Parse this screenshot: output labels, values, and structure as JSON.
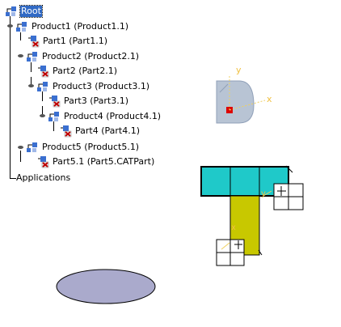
{
  "tree": {
    "root": "Root",
    "nodes": [
      {
        "label": "Product1 (Product1.1)",
        "kind": "product"
      },
      {
        "label": "Part1 (Part1.1)",
        "kind": "part"
      },
      {
        "label": "Product2 (Product2.1)",
        "kind": "product"
      },
      {
        "label": "Part2 (Part2.1)",
        "kind": "part"
      },
      {
        "label": "Product3 (Product3.1)",
        "kind": "product"
      },
      {
        "label": "Part3 (Part3.1)",
        "kind": "part"
      },
      {
        "label": "Product4 (Product4.1)",
        "kind": "product"
      },
      {
        "label": "Part4 (Part4.1)",
        "kind": "part"
      },
      {
        "label": "Product5 (Product5.1)",
        "kind": "product"
      },
      {
        "label": "Part5.1 (Part5.CATPart)",
        "kind": "part"
      }
    ],
    "applications": "Applications"
  },
  "compass": {
    "x_label": "x",
    "y_label": "y"
  },
  "viewport": {
    "axis_x_label": "x",
    "axis_y_label": "y"
  },
  "colors": {
    "selection": "#316ac5",
    "cyan_part": "#1fc9c9",
    "olive_part": "#c8c800",
    "ellipse": "#aaaacc",
    "compass": "#b8c4d4",
    "axis": "#f0d060"
  }
}
